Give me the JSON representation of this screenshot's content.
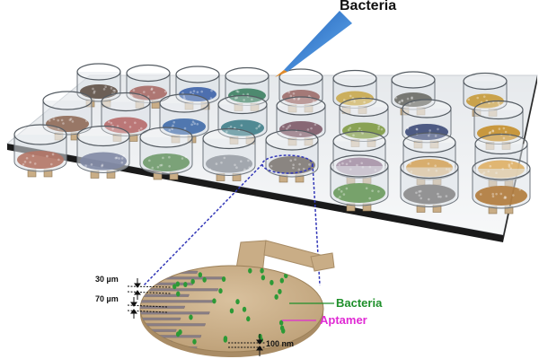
{
  "labels": {
    "top_bacteria": "Bacteria",
    "dim_30": "30 µm",
    "dim_70": "70 µm",
    "dim_100": "100 nm",
    "bacteria": "Bacteria",
    "aptamer": "Aptamer"
  },
  "colors": {
    "bacteria_label": "#1e8f2a",
    "aptamer_label": "#e02ad4",
    "pipette": "#2f7fd6",
    "zoom_outline": "#3338b8",
    "electrode": "#c9ad86",
    "plate_edge": "#111111"
  },
  "icons": [
    "pipette-icon"
  ],
  "wells": {
    "row1": [
      "#5f5046",
      "#a86a66",
      "#3d62a8",
      "#3d7f62",
      "#9d6d6a",
      "#c9a84e",
      "#6c6c66",
      "#c69a3a"
    ],
    "row2": [
      "#8f6a58",
      "#b66a6a",
      "#3f6aa8",
      "#3f7e8a",
      "#7d5a68",
      "#7e9a44",
      "#3c4a78",
      "#c48f2c"
    ],
    "row3": [
      "#b47666",
      "#7f88a4",
      "#6f9a6a",
      "#9aa0a6",
      "#7f7a74",
      "#8a6f8a",
      "#c7882a",
      "#d49632"
    ],
    "row4": [
      "#6a9a5c",
      "#8a8a8a",
      "#b07a3a"
    ]
  }
}
